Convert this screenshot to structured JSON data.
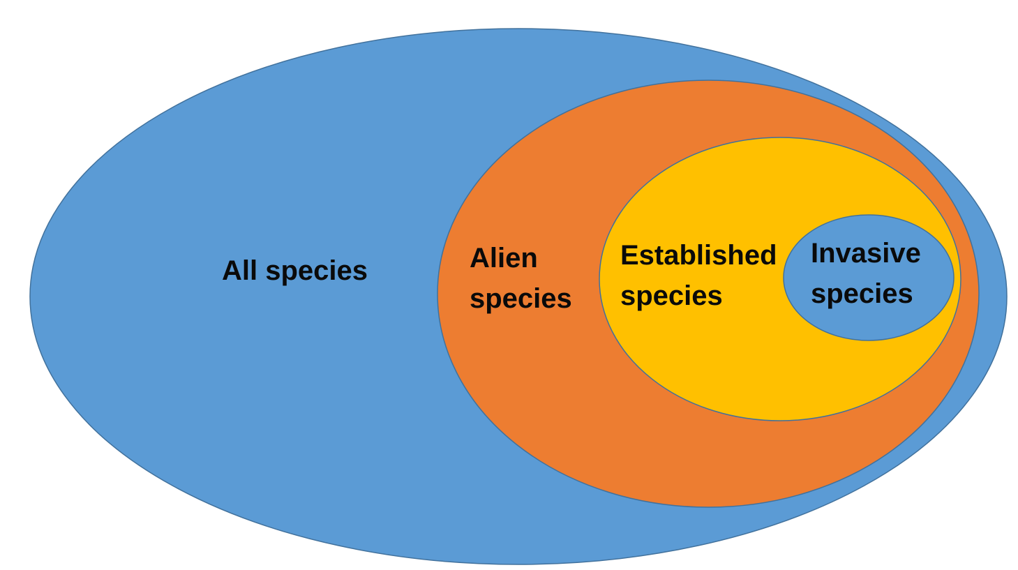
{
  "diagram": {
    "sets": [
      {
        "key": "all",
        "lines": [
          "All species"
        ],
        "fill": "#5B9BD5"
      },
      {
        "key": "alien",
        "lines": [
          "Alien",
          "species"
        ],
        "fill": "#ED7D31"
      },
      {
        "key": "established",
        "lines": [
          "Established",
          "species"
        ],
        "fill": "#FFC000"
      },
      {
        "key": "invasive",
        "lines": [
          "Invasive",
          "species"
        ],
        "fill": "#5B9BD5"
      }
    ],
    "stroke": "#41719C"
  }
}
